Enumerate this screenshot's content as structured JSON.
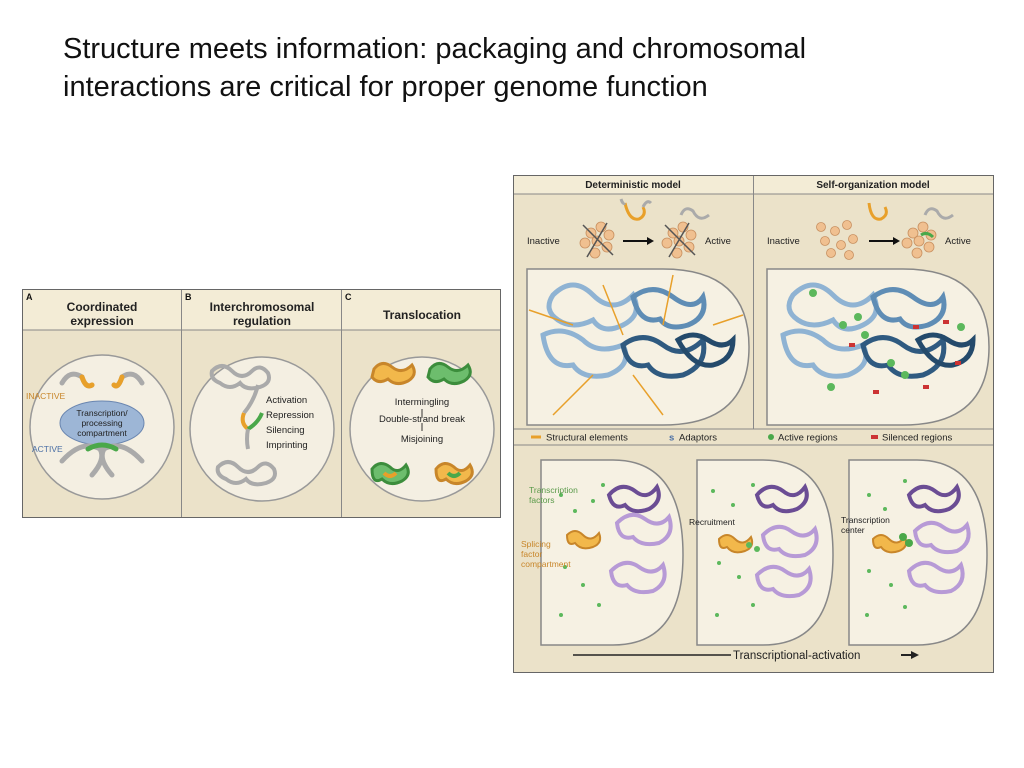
{
  "slide": {
    "title_line1": "Structure meets information: packaging and chromosomal",
    "title_line2": "interactions are critical for proper genome function"
  },
  "left_figure": {
    "panels": [
      {
        "tag": "A",
        "title_line1": "Coordinated",
        "title_line2": "expression"
      },
      {
        "tag": "B",
        "title_line1": "Interchromosomal",
        "title_line2": "regulation"
      },
      {
        "tag": "C",
        "title_line1": "Translocation",
        "title_line2": ""
      }
    ],
    "panel_a": {
      "inactive": "INACTIVE",
      "active": "ACTIVE",
      "compartment_line1": "Transcription/",
      "compartment_line2": "processing",
      "compartment_line3": "compartment"
    },
    "panel_b": {
      "items": [
        "Activation",
        "Repression",
        "Silencing",
        "Imprinting"
      ]
    },
    "panel_c": {
      "step1": "Intermingling",
      "step2": "Double-strand break",
      "step3": "Misjoining"
    }
  },
  "right_figure": {
    "header_left": "Deterministic model",
    "header_right": "Self-organization model",
    "inactive": "Inactive",
    "active": "Active",
    "legend": {
      "structural": "Structural elements",
      "adaptors_symbol": "s",
      "adaptors": "Adaptors",
      "active_regions": "Active regions",
      "silenced_regions": "Silenced regions"
    },
    "bottom": {
      "tf_line1": "Transcription",
      "tf_line2": "factors",
      "sf_line1": "Splicing",
      "sf_line2": "factor",
      "sf_line3": "compartment",
      "recruitment": "Recruitment",
      "tc_line1": "Transcription",
      "tc_line2": "center",
      "arrow_label": "Transcriptional-activation"
    },
    "colors": {
      "orange": "#e8a02a",
      "light_blue": "#9dbcd8",
      "dark_blue": "#2f5a80",
      "green": "#4aa84a",
      "red": "#cc3333",
      "purple": "#8f6bb3"
    }
  }
}
